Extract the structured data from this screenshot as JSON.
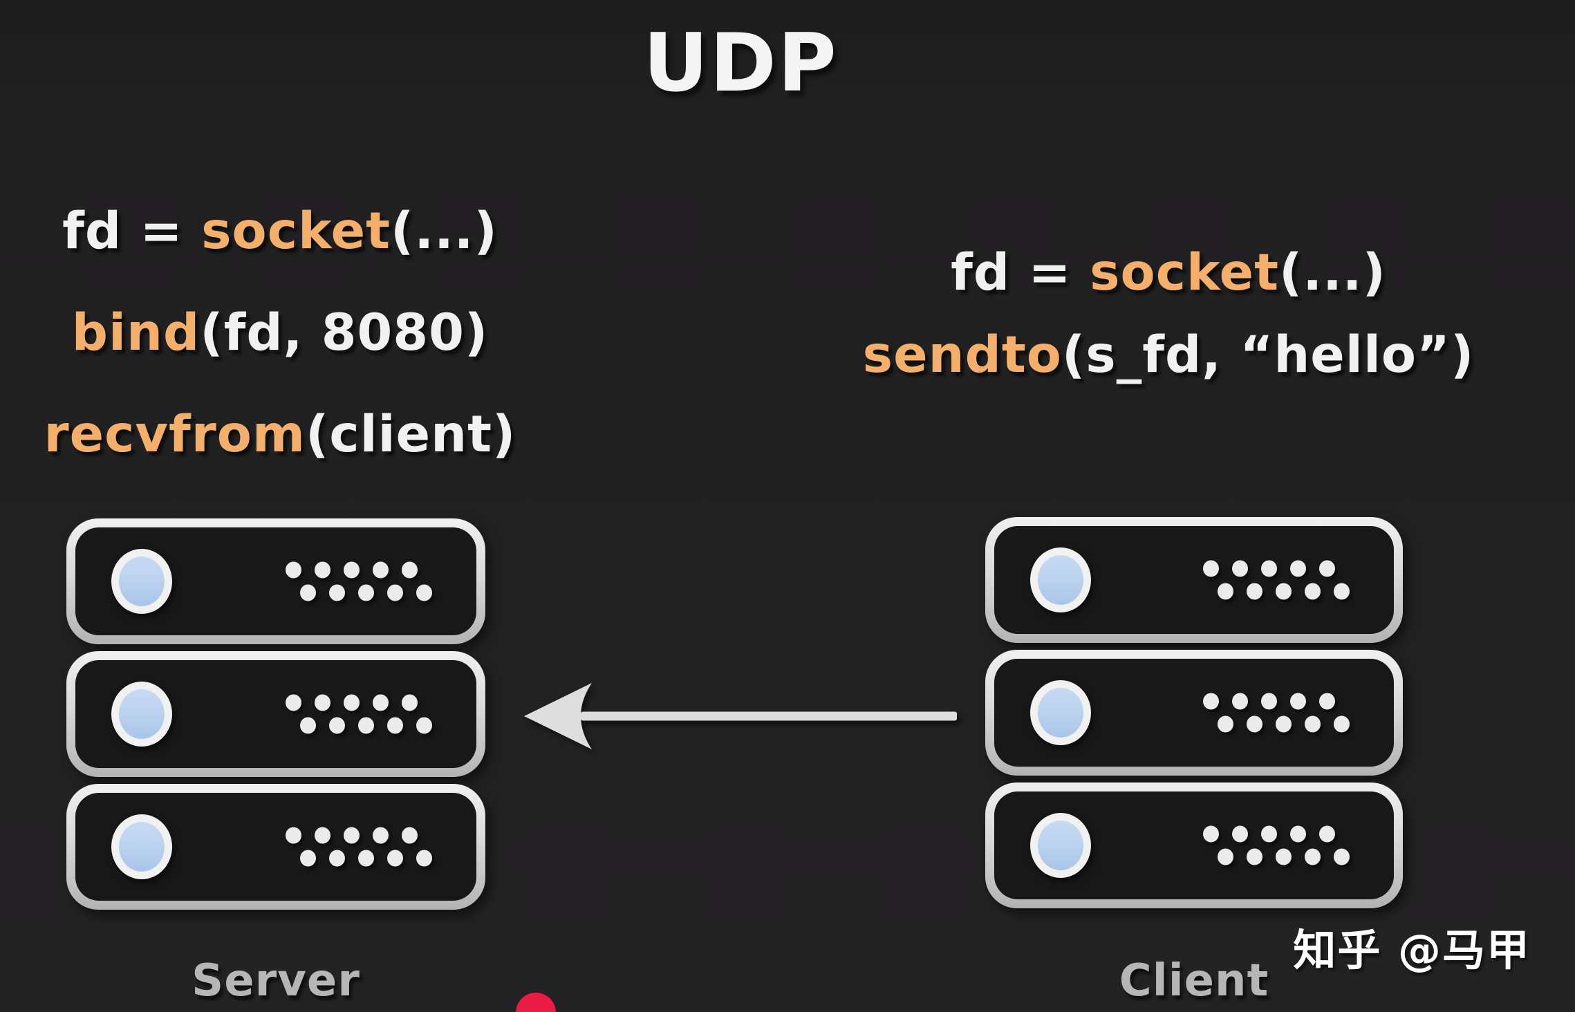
{
  "title": "UDP",
  "server": {
    "label": "Server",
    "rack_units": 3,
    "code_lines": [
      {
        "segments": [
          {
            "text": "fd = ",
            "color": "white"
          },
          {
            "text": "socket",
            "color": "orange"
          },
          {
            "text": "(...)",
            "color": "white"
          }
        ]
      },
      {
        "segments": [
          {
            "text": "bind",
            "color": "orange"
          },
          {
            "text": "(fd, 8080)",
            "color": "white"
          }
        ]
      },
      {
        "segments": [
          {
            "text": "recvfrom",
            "color": "orange"
          },
          {
            "text": "(client)",
            "color": "white"
          }
        ]
      }
    ]
  },
  "client": {
    "label": "Client",
    "rack_units": 3,
    "code_lines": [
      {
        "segments": [
          {
            "text": "fd = ",
            "color": "white"
          },
          {
            "text": "socket",
            "color": "orange"
          },
          {
            "text": "(...)",
            "color": "white"
          }
        ]
      },
      {
        "segments": [
          {
            "text": "sendto",
            "color": "orange"
          },
          {
            "text": "(s_fd, “hello”)",
            "color": "white"
          }
        ]
      }
    ]
  },
  "arrow": {
    "from": "client",
    "to": "server"
  },
  "watermark": "知乎 @马甲",
  "colors": {
    "background": "#212021",
    "code_white": "#f1f1f1",
    "code_orange": "#f4af6d",
    "label_gray": "#b6b6b6",
    "rack_border": "#d9d9d9",
    "led_blue": "#b9d1ef",
    "dot_white": "#ebebeb",
    "arrow_gray": "#dedede",
    "pointer_red": "#ea1b45"
  }
}
